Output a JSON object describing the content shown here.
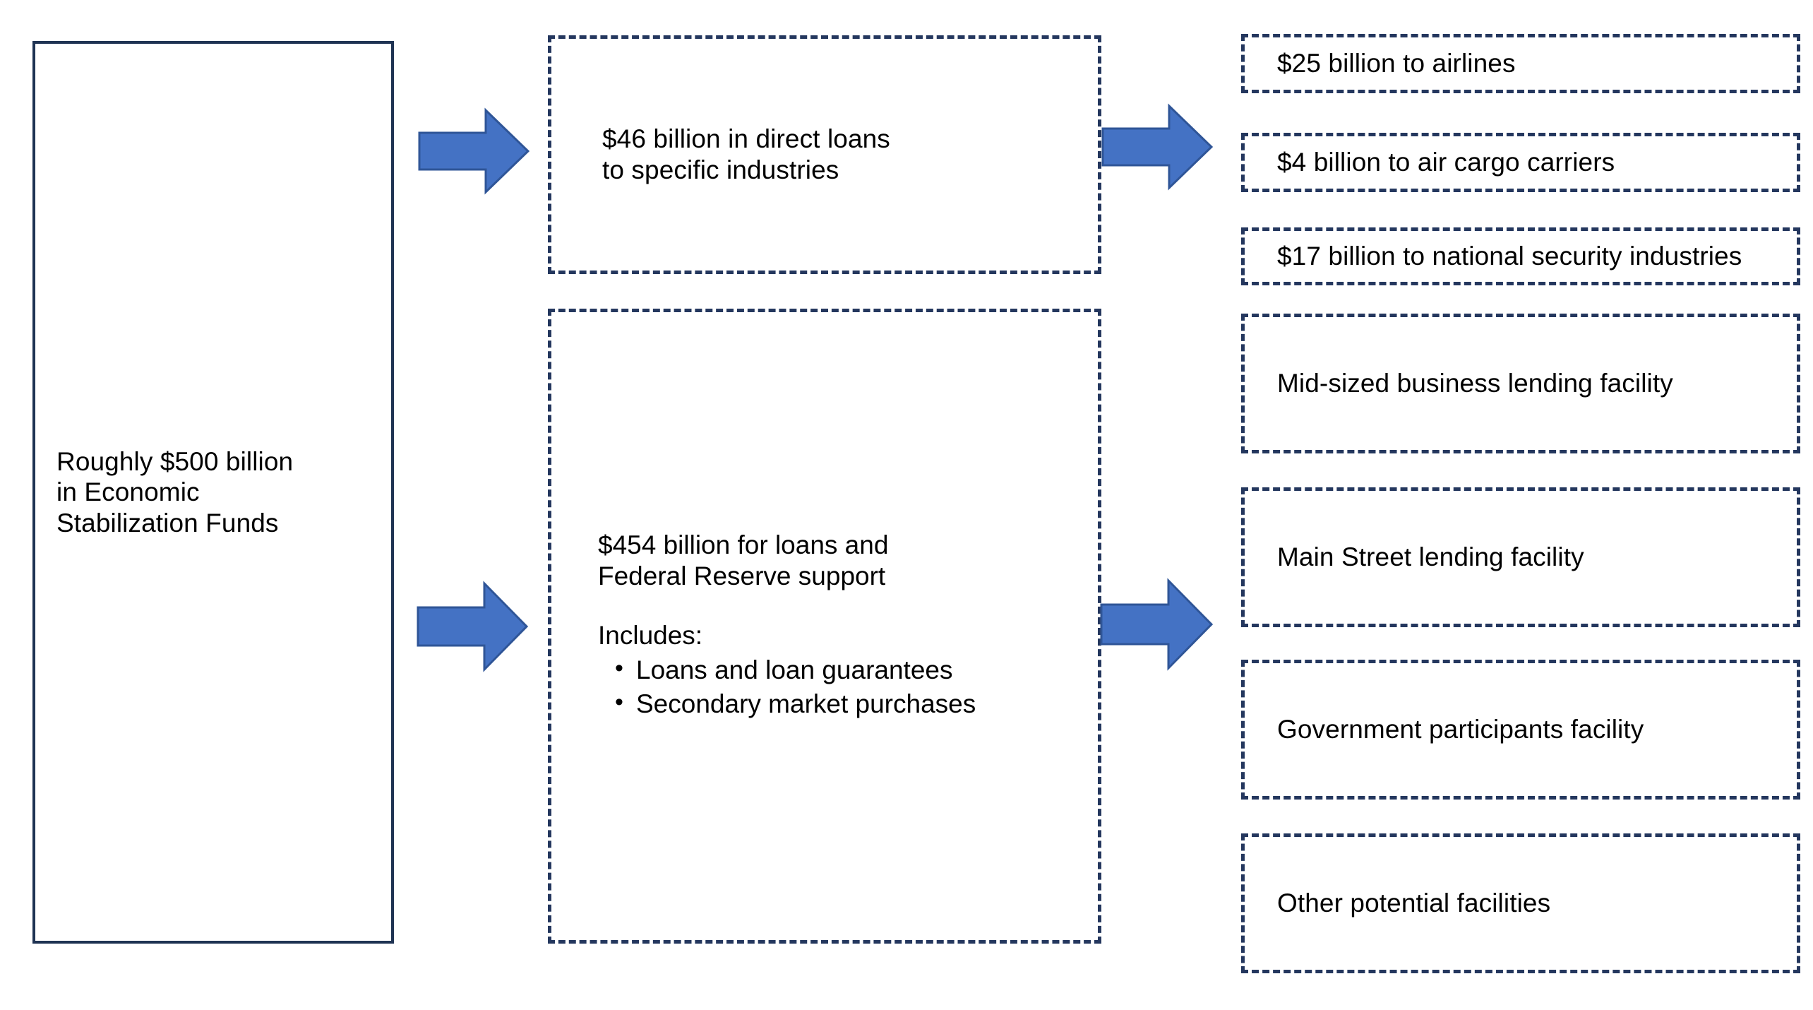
{
  "diagram": {
    "title": "CARES Act Economic Stabilization Funds flow diagram",
    "colors": {
      "arrow_fill": "#4472C4",
      "arrow_stroke": "#2F5597",
      "solid_border": "#1F3353",
      "dashed_border": "#24375E",
      "text": "#000000",
      "background": "#FFFFFF"
    },
    "source": {
      "label": "Roughly $500 billion\nin Economic\nStabilization Funds"
    },
    "branches": [
      {
        "id": "direct-loans",
        "label": "$46 billion in direct loans\nto specific industries",
        "children": [
          {
            "id": "airlines",
            "label": "$25 billion to airlines"
          },
          {
            "id": "air-cargo",
            "label": "$4 billion to air cargo carriers"
          },
          {
            "id": "national-security",
            "label": "$17 billion to national security industries"
          }
        ]
      },
      {
        "id": "fed-support",
        "heading": "$454 billion for loans and\nFederal Reserve support",
        "includes_label": "Includes:",
        "includes_items": [
          "Loans and loan guarantees",
          "Secondary market purchases"
        ],
        "children": [
          {
            "id": "mid-sized",
            "label": "Mid-sized business lending facility"
          },
          {
            "id": "main-street",
            "label": "Main Street lending facility"
          },
          {
            "id": "government-participants",
            "label": "Government participants facility"
          },
          {
            "id": "other-potential",
            "label": "Other potential facilities"
          }
        ]
      }
    ],
    "arrows": [
      {
        "id": "arrow-source-to-direct",
        "from": "source",
        "to": "direct-loans",
        "direction": "right"
      },
      {
        "id": "arrow-direct-to-airline",
        "from": "direct-loans",
        "to": "airlines-group",
        "direction": "right"
      },
      {
        "id": "arrow-source-to-fed",
        "from": "source",
        "to": "fed-support",
        "direction": "right"
      },
      {
        "id": "arrow-fed-to-facilities",
        "from": "fed-support",
        "to": "facilities-group",
        "direction": "right"
      }
    ]
  }
}
